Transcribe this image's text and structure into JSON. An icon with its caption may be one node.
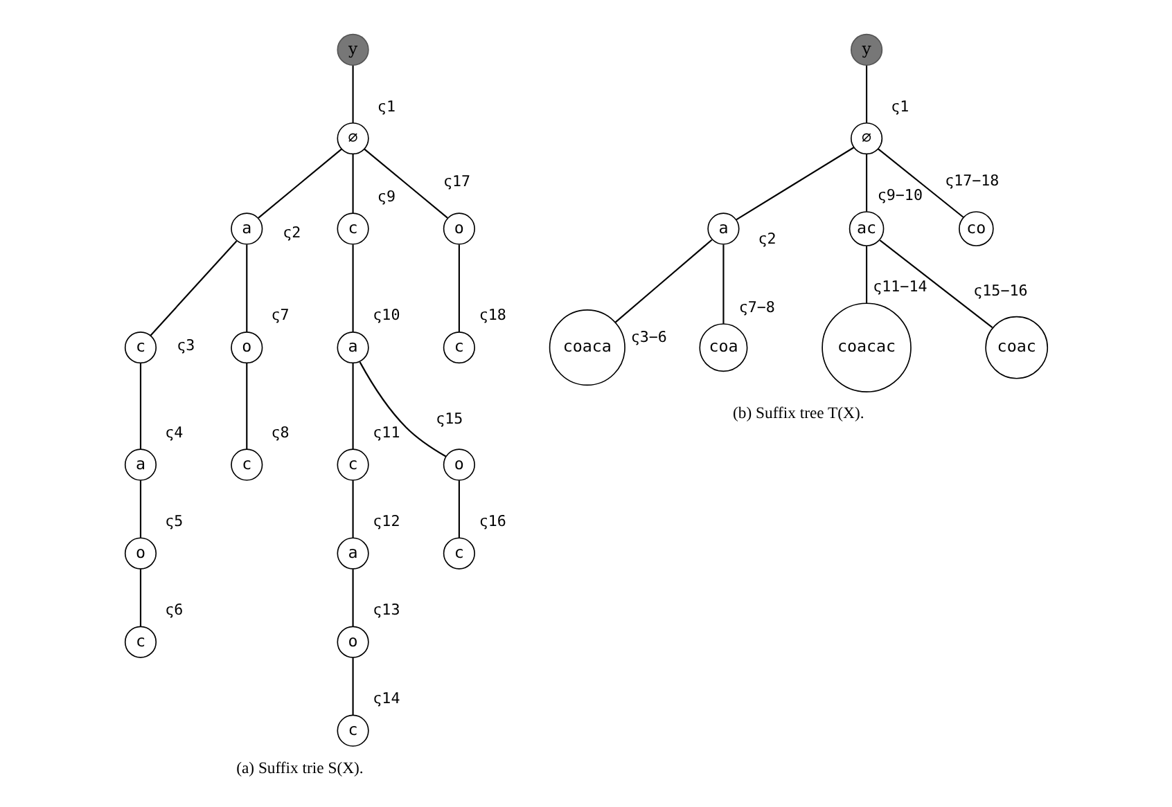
{
  "diagram": {
    "nodes": [
      {
        "text": [
          "y"
        ]
      },
      {
        "text": [
          "∅"
        ],
        "beside": [
          "ς1"
        ]
      },
      {
        "text": [
          "a"
        ],
        "beside": [
          "ς2"
        ]
      },
      {
        "text": [
          "c"
        ],
        "beside": [
          "ς9"
        ]
      },
      {
        "text": [
          "o"
        ],
        "beside": [
          "ς17"
        ]
      },
      {
        "text": [
          "c"
        ],
        "beside": [
          "ς3"
        ]
      },
      {
        "text": [
          "o"
        ],
        "beside": [
          "ς7"
        ]
      },
      {
        "text": [
          "a"
        ],
        "beside": [
          "ς10"
        ]
      },
      {
        "text": [
          "c"
        ],
        "beside": [
          "ς18"
        ]
      },
      {
        "text": [
          "a"
        ],
        "beside": [
          "ς4"
        ]
      },
      {
        "text": [
          "c"
        ],
        "beside": [
          "ς8"
        ]
      },
      {
        "text": [
          "c"
        ],
        "beside": [
          "ς11"
        ]
      },
      {
        "text": [
          "o"
        ],
        "beside": [
          "ς15"
        ]
      },
      {
        "text": [
          "o"
        ],
        "beside": [
          "ς5"
        ]
      },
      {
        "text": [
          "a"
        ],
        "beside": [
          "ς12"
        ]
      },
      {
        "text": [
          "c"
        ],
        "beside": [
          "ς16"
        ]
      },
      {
        "text": [
          "c"
        ],
        "beside": [
          "ς6"
        ]
      },
      {
        "text": [
          "o"
        ],
        "beside": [
          "ς13"
        ]
      },
      {
        "text": [
          "c"
        ],
        "beside": [
          "ς14"
        ]
      },
      {
        "text": [
          "y"
        ]
      },
      {
        "text": [
          "∅"
        ],
        "beside": [
          "ς1"
        ]
      },
      {
        "text": [
          "a"
        ],
        "beside": [
          "ς2"
        ]
      },
      {
        "text": [
          "ac"
        ],
        "beside": [
          "ς9−10"
        ]
      },
      {
        "text": [
          "co"
        ],
        "beside": [
          "ς17−18"
        ]
      },
      {
        "text": [
          "coaca"
        ],
        "beside": [
          "ς3−6"
        ]
      },
      {
        "text": [
          "coa"
        ],
        "beside": [
          "ς7−8"
        ]
      },
      {
        "text": [
          "coacac"
        ],
        "beside": [
          "ς11−14"
        ]
      },
      {
        "text": [
          "coac"
        ],
        "beside": [
          "ς15−16"
        ]
      }
    ],
    "edges": [
      {
        "from": 0,
        "to": 1,
        "arrow": "none"
      },
      {
        "from": 1,
        "to": 2,
        "arrow": "none"
      },
      {
        "from": 1,
        "to": 3,
        "arrow": "none"
      },
      {
        "from": 1,
        "to": 4,
        "arrow": "none"
      },
      {
        "from": 2,
        "to": 5,
        "arrow": "none"
      },
      {
        "from": 2,
        "to": 6,
        "arrow": "none"
      },
      {
        "from": 3,
        "to": 7,
        "arrow": "none"
      },
      {
        "from": 4,
        "to": 8,
        "arrow": "none"
      },
      {
        "from": 5,
        "to": 9,
        "arrow": "none"
      },
      {
        "from": 6,
        "to": 10,
        "arrow": "none"
      },
      {
        "from": 7,
        "to": 11,
        "arrow": "none"
      },
      {
        "from": 7,
        "to": 12,
        "arrow": "none"
      },
      {
        "from": 9,
        "to": 13,
        "arrow": "none"
      },
      {
        "from": 11,
        "to": 14,
        "arrow": "none"
      },
      {
        "from": 12,
        "to": 15,
        "arrow": "none"
      },
      {
        "from": 13,
        "to": 16,
        "arrow": "none"
      },
      {
        "from": 14,
        "to": 17,
        "arrow": "none"
      },
      {
        "from": 17,
        "to": 18,
        "arrow": "none"
      },
      {
        "from": 19,
        "to": 20,
        "arrow": "none"
      },
      {
        "from": 20,
        "to": 21,
        "arrow": "none"
      },
      {
        "from": 20,
        "to": 22,
        "arrow": "none"
      },
      {
        "from": 20,
        "to": 23,
        "arrow": "none"
      },
      {
        "from": 21,
        "to": 24,
        "arrow": "none"
      },
      {
        "from": 21,
        "to": 25,
        "arrow": "none"
      },
      {
        "from": 22,
        "to": 26,
        "arrow": "none"
      },
      {
        "from": 22,
        "to": 27,
        "arrow": "none"
      }
    ],
    "labels": [
      "(a) Suffix trie S(X).",
      "(b) Suffix tree T(X)."
    ]
  }
}
